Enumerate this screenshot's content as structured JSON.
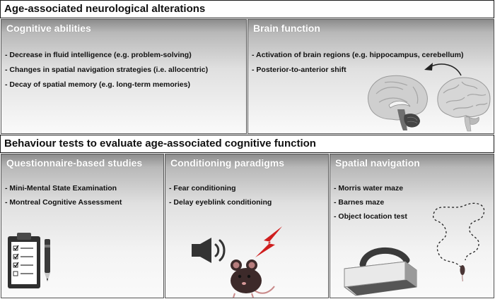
{
  "section1": {
    "title": "Age-associated neurological alterations",
    "cognitive": {
      "title": "Cognitive abilities",
      "items": [
        "- Decrease in fluid intelligence (e.g. problem-solving)",
        "- Changes in spatial navigation strategies (i.e. allocentric)",
        "- Decay of spatial memory (e.g. long-term memories)"
      ]
    },
    "brain": {
      "title": "Brain function",
      "items": [
        "- Activation of brain regions (e.g. hippocampus, cerebellum)",
        "- Posterior-to-anterior shift"
      ]
    }
  },
  "section2": {
    "title": "Behaviour tests to evaluate age-associated cognitive function",
    "questionnaire": {
      "title": "Questionnaire-based studies",
      "items": [
        "- Mini-Mental State Examination",
        "- Montreal Cognitive Assessment"
      ]
    },
    "conditioning": {
      "title": "Conditioning paradigms",
      "items": [
        "- Fear conditioning",
        "- Delay eyeblink conditioning"
      ]
    },
    "spatial": {
      "title": "Spatial navigation",
      "items": [
        "- Morris water maze",
        "- Barnes maze",
        "- Object location test"
      ]
    }
  },
  "icons": [
    "brain-sagittal-icon",
    "brain-lateral-icon",
    "shift-arrow-icon",
    "clipboard-icon",
    "pen-icon",
    "speaker-icon",
    "lightning-icon",
    "mouse-icon",
    "vr-headset-icon",
    "maze-path-icon"
  ]
}
